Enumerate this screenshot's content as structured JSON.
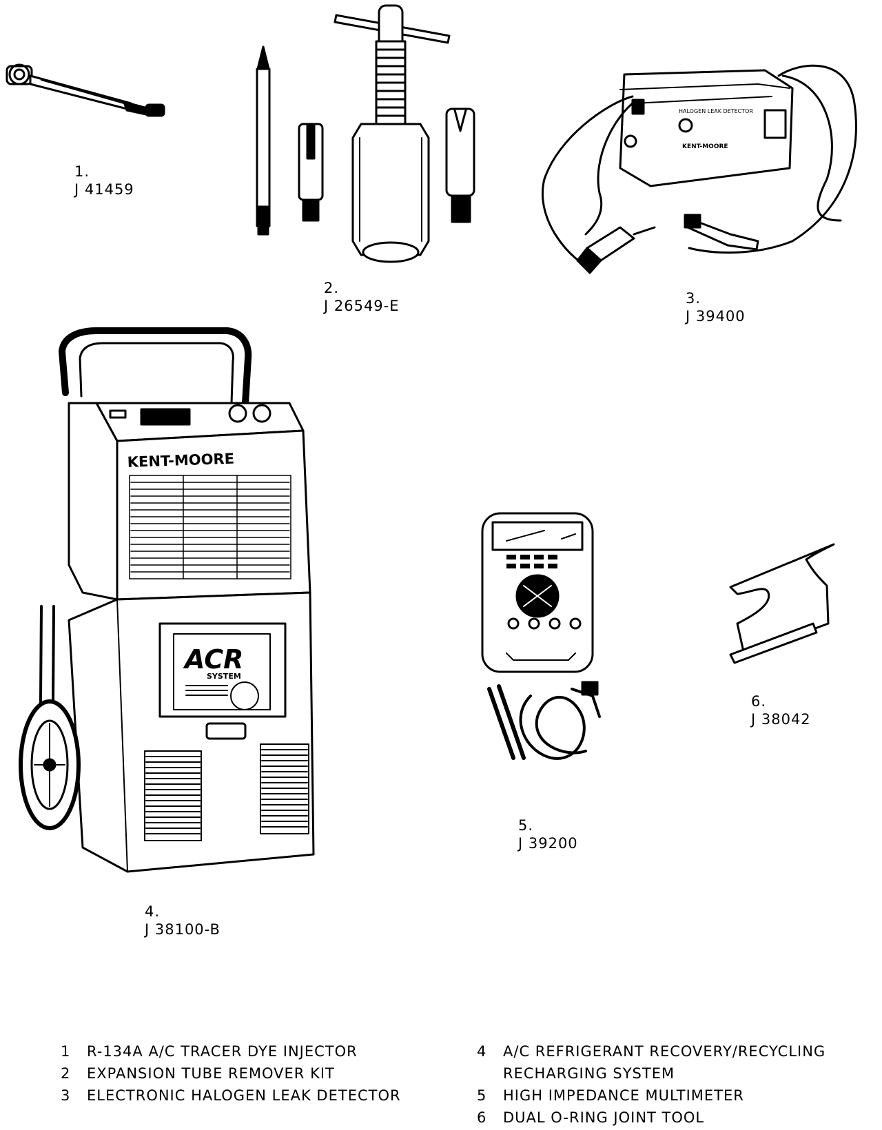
{
  "tools": [
    {
      "num": "1.",
      "part": "J 41459"
    },
    {
      "num": "2.",
      "part": "J 26549-E"
    },
    {
      "num": "3.",
      "part": "J 39400"
    },
    {
      "num": "4.",
      "part": "J 38100-B"
    },
    {
      "num": "5.",
      "part": "J 39200"
    },
    {
      "num": "6.",
      "part": "J 38042"
    }
  ],
  "legend": [
    {
      "num": "1",
      "desc": "R-134A A/C TRACER DYE INJECTOR"
    },
    {
      "num": "2",
      "desc": "EXPANSION TUBE REMOVER KIT"
    },
    {
      "num": "3",
      "desc": "ELECTRONIC HALOGEN LEAK DETECTOR"
    },
    {
      "num": "4",
      "desc": "A/C REFRIGERANT RECOVERY/RECYCLING"
    },
    {
      "num": "",
      "desc": "RECHARGING SYSTEM"
    },
    {
      "num": "5",
      "desc": "HIGH IMPEDANCE MULTIMETER"
    },
    {
      "num": "6",
      "desc": "DUAL O-RING JOINT TOOL"
    }
  ],
  "brand": {
    "recovery_unit": "KENT-MOORE",
    "recovery_badge": "ACR",
    "recovery_badge_sub": "SYSTEM",
    "leak_detector": "KENT-MOORE",
    "leak_detector_title": "HALOGEN LEAK DETECTOR"
  },
  "icons": [
    "dye-injector-icon",
    "expansion-tube-kit-icon",
    "leak-detector-icon",
    "recovery-station-icon",
    "multimeter-icon",
    "oring-joint-tool-icon"
  ]
}
